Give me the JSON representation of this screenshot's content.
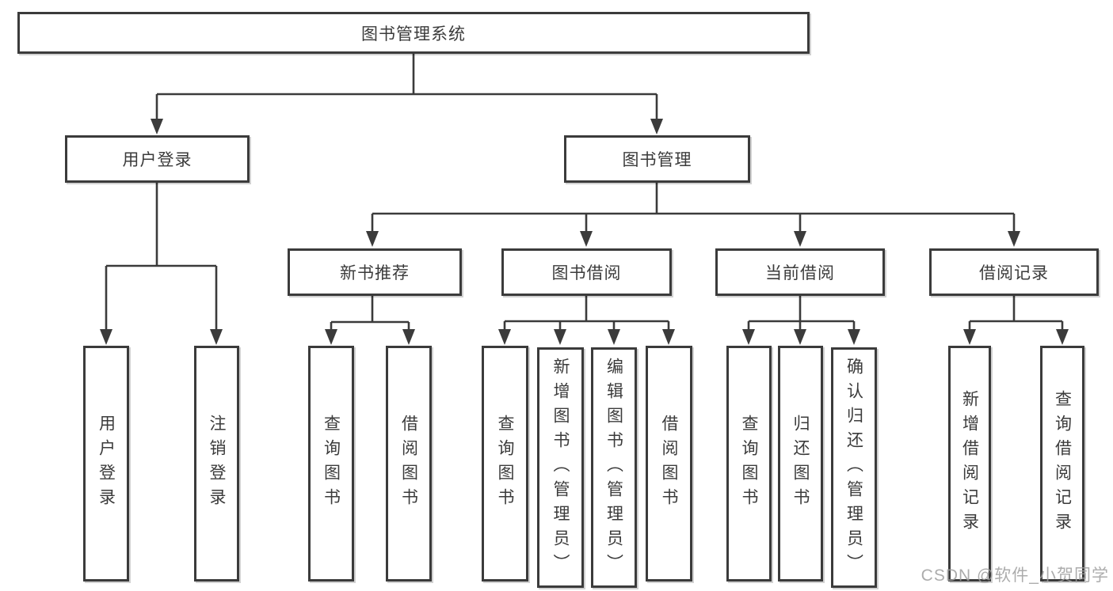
{
  "tree": {
    "root": {
      "label": "图书管理系统",
      "children": [
        {
          "label": "用户登录",
          "children": [
            {
              "label": "用户登录"
            },
            {
              "label": "注销登录"
            }
          ]
        },
        {
          "label": "图书管理",
          "children": [
            {
              "label": "新书推荐",
              "children": [
                {
                  "label": "查询图书"
                },
                {
                  "label": "借阅图书"
                }
              ]
            },
            {
              "label": "图书借阅",
              "children": [
                {
                  "label": "查询图书"
                },
                {
                  "label": "新增图书（管理员）"
                },
                {
                  "label": "编辑图书（管理员）"
                },
                {
                  "label": "借阅图书"
                }
              ]
            },
            {
              "label": "当前借阅",
              "children": [
                {
                  "label": "查询图书"
                },
                {
                  "label": "归还图书"
                },
                {
                  "label": "确认归还（管理员）"
                }
              ]
            },
            {
              "label": "借阅记录",
              "children": [
                {
                  "label": "新增借阅记录"
                },
                {
                  "label": "查询借阅记录"
                }
              ]
            }
          ]
        }
      ]
    }
  },
  "colors": {
    "line": "#3b3b3b",
    "box_border": "#3b3b3b",
    "text": "#3b3b3b",
    "watermark": "#9e9e9e"
  },
  "watermark": {
    "text": "CSDN @软件_小贺同学"
  }
}
